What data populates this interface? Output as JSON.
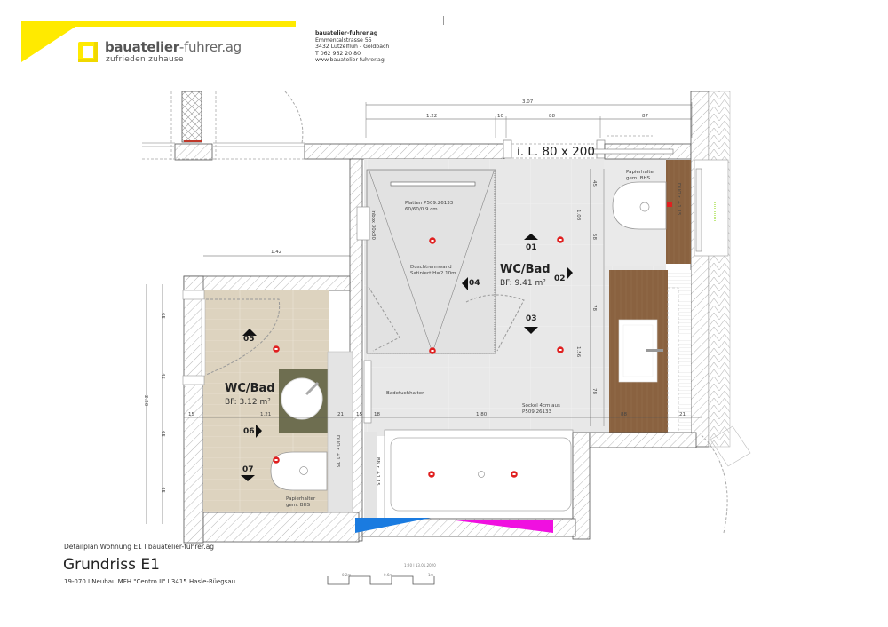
{
  "header": {
    "company_name_bold": "bauatelier",
    "company_name_rest": "-fuhrer.ag",
    "slogan": "zufrieden zuhause",
    "brand_color": "#ffea00",
    "address": {
      "name": "bauatelier-fuhrer.ag",
      "street": "Emmentalstrasse 55",
      "city": "3432 Lützelflüh - Goldbach",
      "phone": "T 062 962 20 80",
      "web": "www.bauatelier-fuhrer.ag"
    }
  },
  "plan": {
    "door_label": "i. L. 80 x 200",
    "dimensions_top": {
      "total": "3.07",
      "segments": [
        "1.22",
        "10",
        "88",
        "87"
      ]
    },
    "dimension_small_room_width": "1.42",
    "dimensions_left": [
      "65",
      "45",
      "2.20",
      "65",
      "45"
    ],
    "dimensions_right": [
      "45",
      "1.03",
      "58",
      "78",
      "1.56",
      "78"
    ],
    "dimensions_bottom_row": [
      "15",
      "1.21",
      "21",
      "15",
      "18",
      "1.80",
      "88",
      "21"
    ],
    "rooms": [
      {
        "name": "WC/Bad",
        "area": "BF: 9.41 m²"
      },
      {
        "name": "WC/Bad",
        "area": "BF: 3.12 m²"
      }
    ],
    "views": [
      "01",
      "02",
      "03",
      "04",
      "05",
      "06",
      "07"
    ],
    "annotations": {
      "tiles": "Platten P509.26133",
      "tiles_size": "60/60/0.9 cm",
      "inbox": "Inbox 30x30",
      "shower_wall_1": "Duschtrennwand",
      "shower_wall_2": "Satiniert H=2.10m",
      "paper_holder_1a": "Papierhalter",
      "paper_holder_1b": "gem. BHS.",
      "paper_holder_2a": "Papierhalter",
      "paper_holder_2b": "gem. BHS",
      "towel_holder": "Badetuchhalter",
      "plinth_1": "Sockel 4cm aus",
      "plinth_2": "P509.26133",
      "duo_right": "DUO r. +1.15",
      "duo_left": "DUO r. +1.15",
      "bn": "BN r. +1.15"
    },
    "colors": {
      "floor_tile": "#e6e6e6",
      "wood": "#8a6240",
      "small_room_floor": "#ddd3bf",
      "mat": "#6e6e50",
      "marker": "#e02020",
      "blue": "#1a7be0",
      "magenta": "#f010e0"
    }
  },
  "footer": {
    "subtitle": "Detailplan Wohnung E1 I bauatelier-fuhrer.ag",
    "title": "Grundriss E1",
    "project": "19-070 I Neubau MFH \"Centro II\"  I 3415 Hasle-Rüegsau",
    "scale_label": "1:20 | 13.01.2020",
    "scale_ticks": [
      "0.2m",
      "0.6m",
      "1m"
    ]
  }
}
